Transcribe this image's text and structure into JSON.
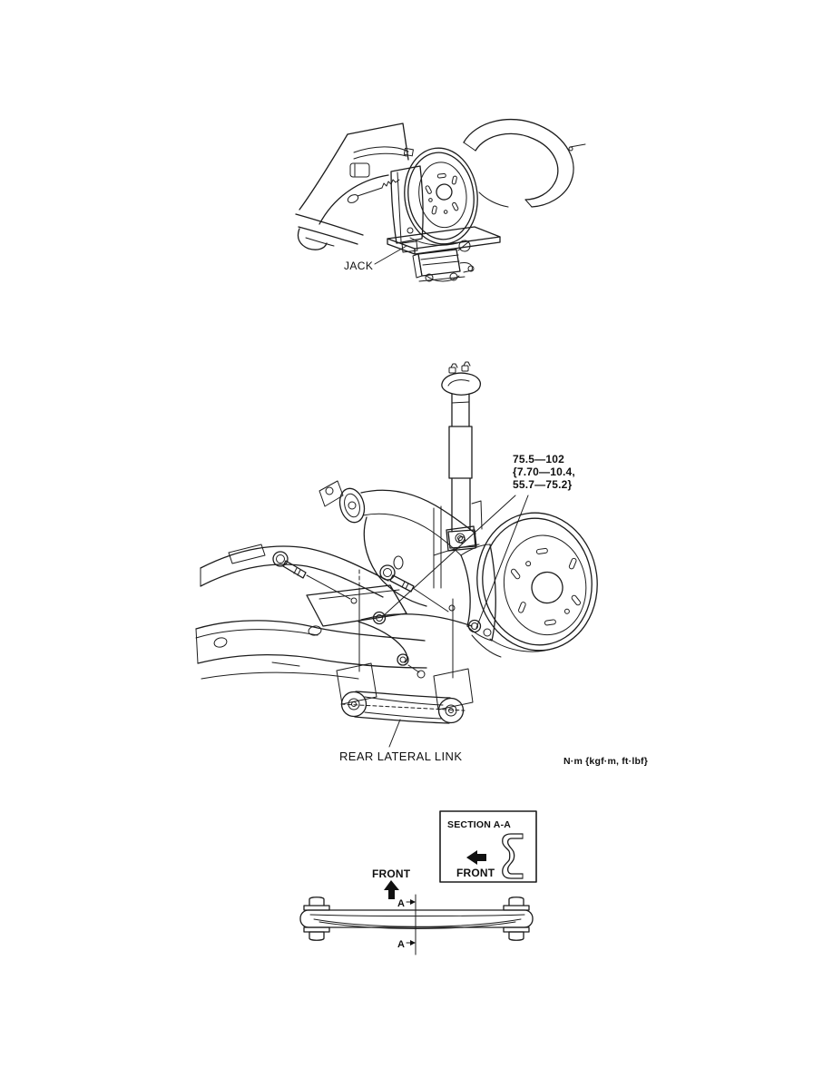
{
  "page": {
    "background": "#ffffff",
    "ink": "#1c1c1c"
  },
  "jack_figure": {
    "jack_label": "JACK"
  },
  "suspension_figure": {
    "torque_lines": [
      "75.5—102",
      "{7.70—10.4,",
      "55.7—75.2}"
    ],
    "rear_lateral_link_label": "REAR LATERAL LINK",
    "units_note": "N·m {kgf·m, ft·lbf}"
  },
  "section_figure": {
    "section_title": "SECTION A-A",
    "box_front_label": "FRONT",
    "front_label": "FRONT",
    "marker_a_top": "A",
    "marker_a_bottom": "A"
  },
  "icons": {
    "front_up_arrow_icon": "⬆",
    "front_left_arrow_icon": "⬅",
    "section_marker_arrow_icon": "→"
  }
}
